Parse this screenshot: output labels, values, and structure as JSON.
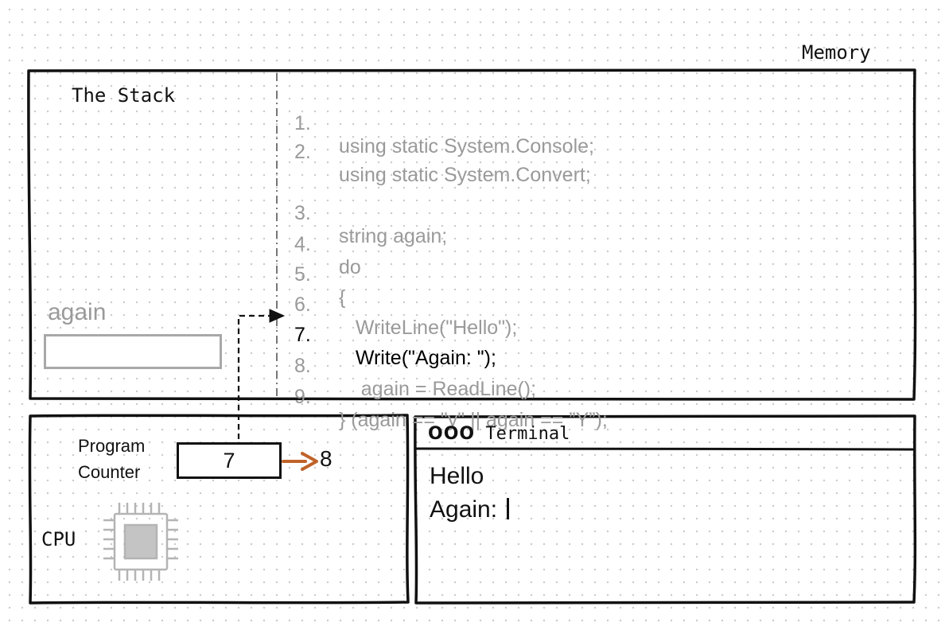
{
  "memory": {
    "title": "Memory",
    "stack": {
      "title": "The Stack",
      "variable": {
        "name": "again",
        "value": ""
      }
    },
    "code": [
      {
        "num": "1.",
        "text": "using static System.Console;",
        "current": false
      },
      {
        "num": "2.",
        "text": "using static System.Convert;",
        "current": false
      },
      {
        "num": "3.",
        "text": "string again;",
        "current": false
      },
      {
        "num": "4.",
        "text": "do",
        "current": false
      },
      {
        "num": "5.",
        "text": "{",
        "current": false
      },
      {
        "num": "6.",
        "text": "   WriteLine(\"Hello\");",
        "current": false
      },
      {
        "num": "7.",
        "text": "   Write(\"Again: \");",
        "current": true
      },
      {
        "num": "8.",
        "text": "    again = ReadLine();",
        "current": false
      },
      {
        "num": "9.",
        "text": "} (again == \"y\" || again == ”Y”);",
        "current": false
      }
    ]
  },
  "cpu": {
    "label": "CPU",
    "program_counter": {
      "label_line1": "Program",
      "label_line2": "Counter",
      "value": "7",
      "next_value": "8"
    }
  },
  "terminal": {
    "buttons": "OOO",
    "title": "Terminal",
    "lines": [
      "Hello",
      "Again: "
    ]
  },
  "colors": {
    "ink": "#111111",
    "faded_code": "#9a9a9a",
    "current_code": "#000000",
    "variable_gray": "#a8a8a8",
    "arrow_orange": "#c0632a",
    "chip_gray": "#b4b4b4"
  }
}
